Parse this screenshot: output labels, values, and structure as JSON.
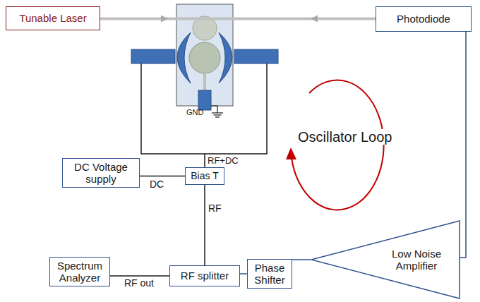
{
  "diagram": {
    "nodes": [
      {
        "text": [
          "Tunable Laser"
        ]
      },
      {
        "text": [
          "Photodiode"
        ]
      },
      {
        "text": [
          "DC Voltage supply"
        ]
      },
      {
        "text": [
          "Bias T"
        ]
      },
      {
        "text": [
          "Spectrum Analyzer"
        ]
      },
      {
        "text": [
          "RF splitter"
        ]
      },
      {
        "text": [
          "Phase Shifter"
        ]
      },
      {
        "text": [
          "Low Noise Amplifier"
        ]
      }
    ],
    "edges": [
      {
        "from": 0,
        "to": 1,
        "arrow": "none"
      },
      {
        "from": 1,
        "to": 7,
        "arrow": "none"
      },
      {
        "from": 7,
        "to": 6,
        "arrow": "none"
      },
      {
        "from": 6,
        "to": 5,
        "arrow": "none"
      },
      {
        "from": 5,
        "to": 4,
        "label": "RF out",
        "arrow": "none"
      },
      {
        "from": 5,
        "to": 3,
        "label": "RF",
        "arrow": "none"
      },
      {
        "from": 2,
        "to": 3,
        "label": "DC",
        "arrow": "none"
      }
    ],
    "labels": [
      "GND",
      "RF+DC",
      "Oscillator Loop"
    ]
  }
}
